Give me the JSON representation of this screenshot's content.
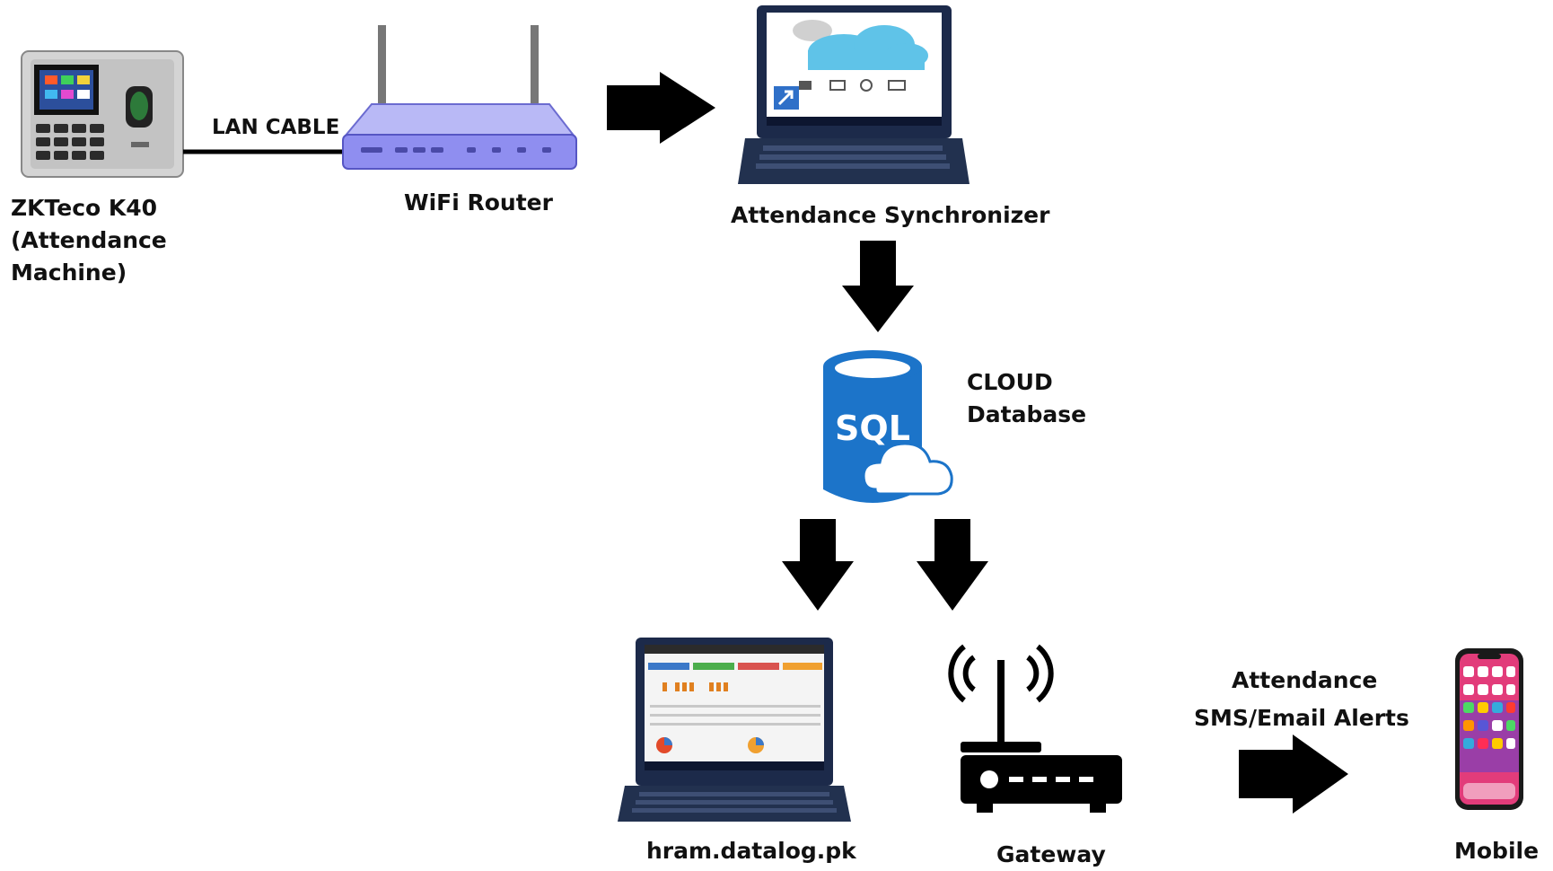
{
  "labels": {
    "device_title": "ZKTeco K40",
    "device_subtitle_1": "(Attendance",
    "device_subtitle_2": "Machine)",
    "lan_cable": "LAN CABLE",
    "wifi_router": "WiFi Router",
    "synchronizer": "Attendance Synchronizer",
    "db_line1": "CLOUD",
    "db_line2": "Database",
    "db_icon_text": "SQL",
    "web_portal": "hram.datalog.pk",
    "gateway": "Gateway",
    "alerts_line1": "Attendance",
    "alerts_line2": "SMS/Email Alerts",
    "mobile": "Mobile"
  },
  "colors": {
    "arrow": "#000000",
    "router_body": "#8f8ef0",
    "laptop_body": "#1c2a4a",
    "sql_blue": "#1c74c9",
    "cloud_sky": "#5fc3e8"
  }
}
